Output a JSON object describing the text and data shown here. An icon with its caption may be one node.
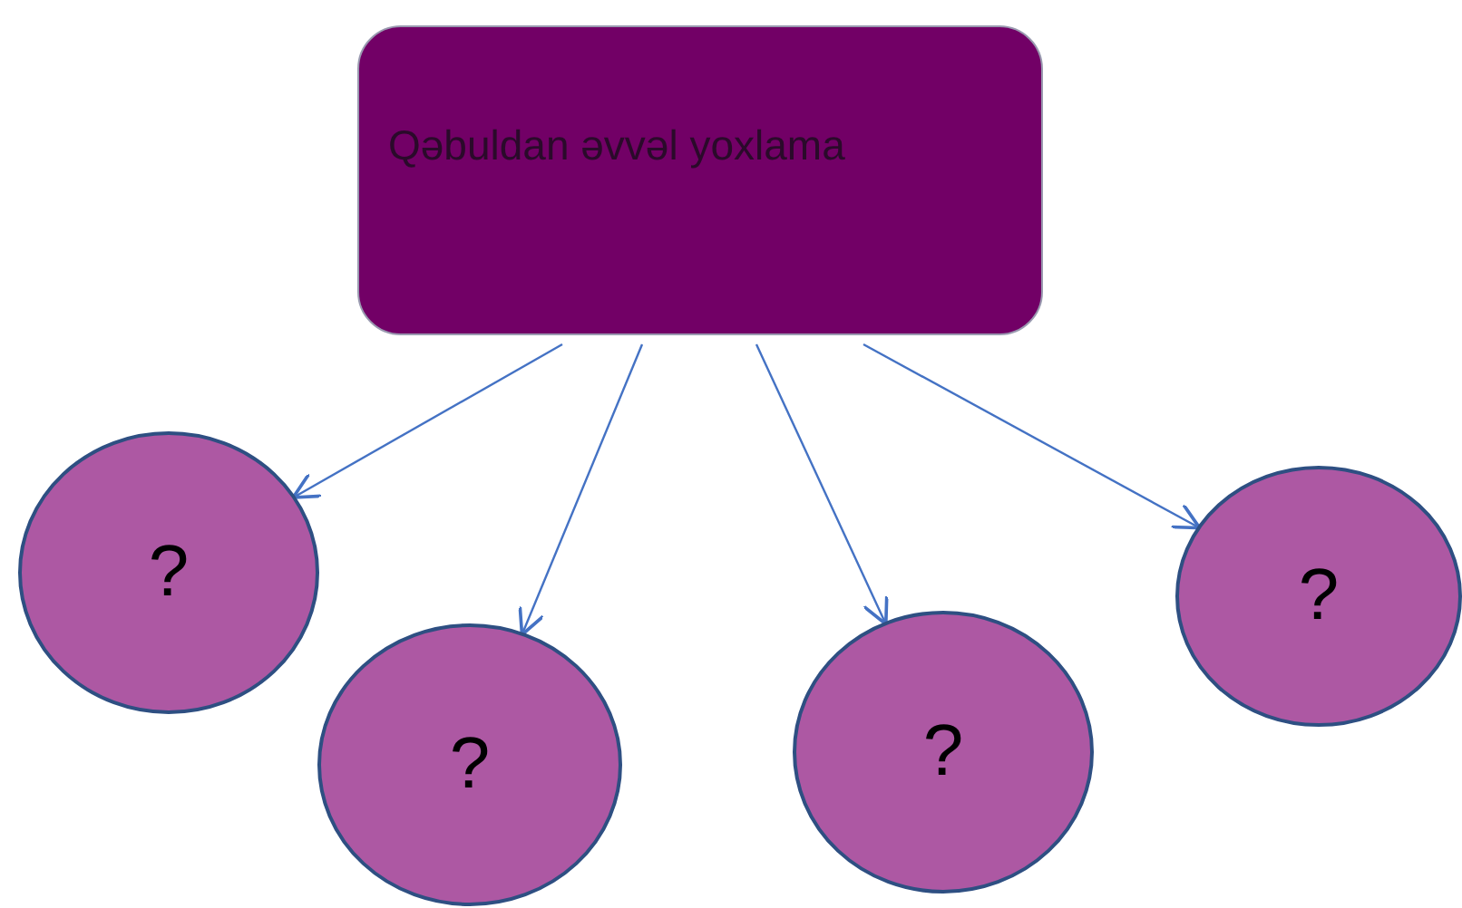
{
  "diagram": {
    "nodes": [
      {
        "text": [
          "Qəbuldan əvvəl yoxlama"
        ]
      },
      {
        "text": [
          "?"
        ]
      },
      {
        "text": [
          "?"
        ]
      },
      {
        "text": [
          "?"
        ]
      },
      {
        "text": [
          "?"
        ]
      }
    ],
    "edges": [
      {
        "from": 0,
        "to": 1,
        "arrow": "to"
      },
      {
        "from": 0,
        "to": 2,
        "arrow": "to"
      },
      {
        "from": 0,
        "to": 3,
        "arrow": "to"
      },
      {
        "from": 0,
        "to": 4,
        "arrow": "to"
      }
    ]
  }
}
